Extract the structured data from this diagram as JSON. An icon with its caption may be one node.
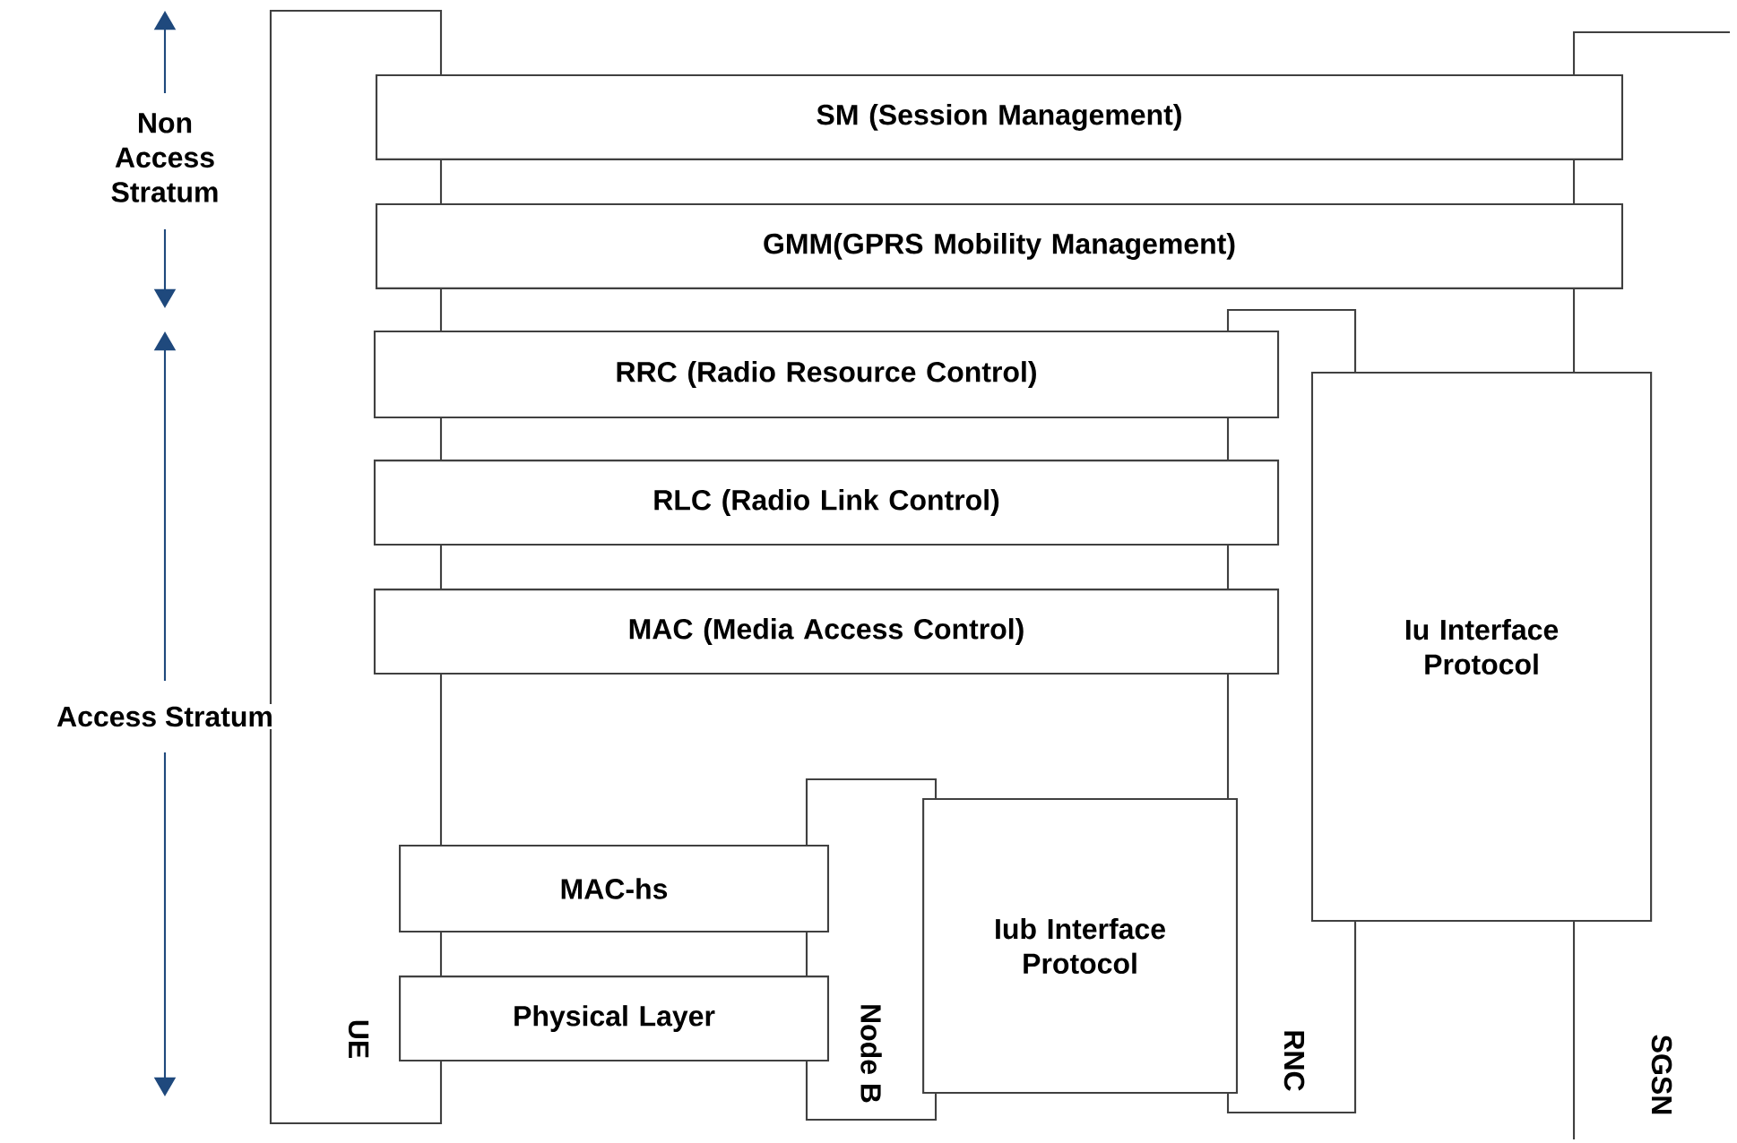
{
  "diagram": {
    "nodes": [
      {
        "text": [
          "SM (Session Management)"
        ]
      },
      {
        "text": [
          "GMM(GPRS Mobility Management)"
        ]
      },
      {
        "text": [
          "RRC (Radio Resource Control)"
        ]
      },
      {
        "text": [
          "RLC (Radio Link Control)"
        ]
      },
      {
        "text": [
          "MAC (Media Access Control)"
        ]
      },
      {
        "text": [
          "MAC-hs"
        ]
      },
      {
        "text": [
          "Physical Layer"
        ]
      },
      {
        "text": [
          "Iub Interface Protocol"
        ]
      },
      {
        "text": [
          "Iu Interface Protocol"
        ]
      }
    ],
    "labels": [
      "Non Access Stratum",
      "Access Stratum",
      "UE",
      "Node B",
      "RNC",
      "SGSN"
    ]
  }
}
